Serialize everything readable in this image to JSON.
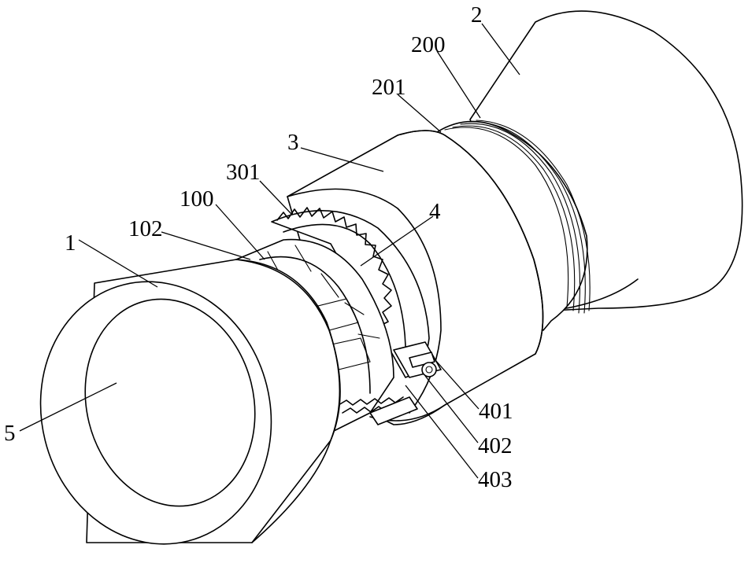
{
  "labels": {
    "l2": "2",
    "l200": "200",
    "l201": "201",
    "l3": "3",
    "l301": "301",
    "l4": "4",
    "l100": "100",
    "l102": "102",
    "l1": "1",
    "l5": "5",
    "l401": "401",
    "l402": "402",
    "l403": "403"
  }
}
